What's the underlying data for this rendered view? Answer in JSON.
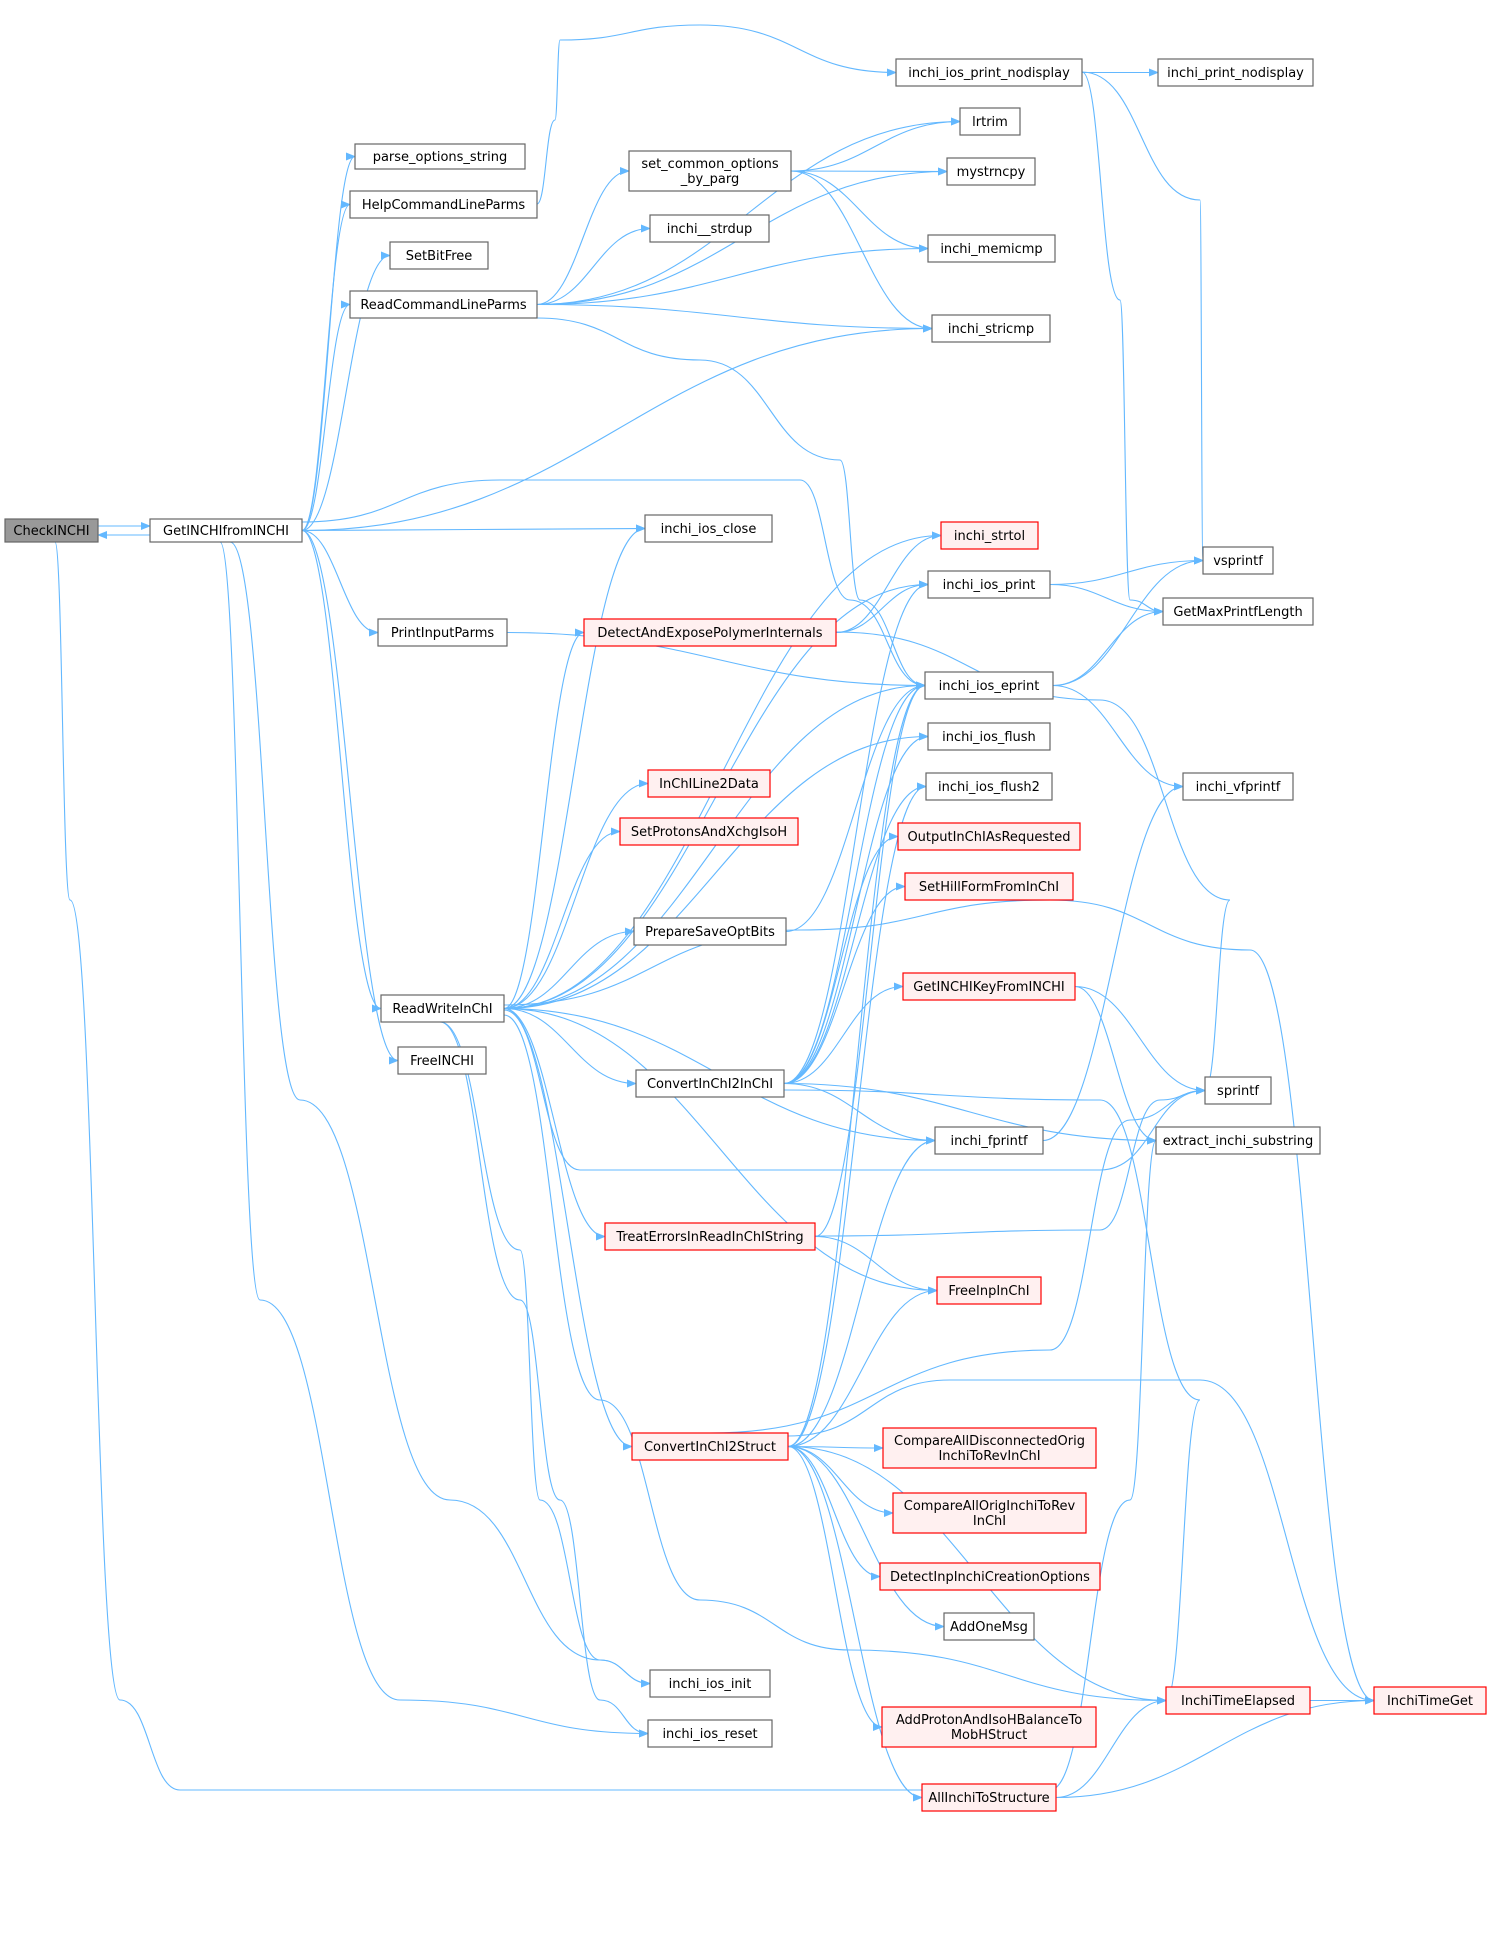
{
  "colors": {
    "edge": "#63b8ff",
    "node_border": "#666666",
    "node_fill": "#ffffff",
    "red_border": "#ff0000",
    "red_fill": "#fff0f0",
    "root_fill": "#999999"
  },
  "nodes": [
    {
      "id": "CheckINCHI",
      "lines": [
        "CheckINCHI"
      ],
      "kind": "root"
    },
    {
      "id": "GetINCHIfromINCHI",
      "lines": [
        "GetINCHIfromINCHI"
      ],
      "kind": "normal"
    },
    {
      "id": "parse_options_string",
      "lines": [
        "parse_options_string"
      ],
      "kind": "normal"
    },
    {
      "id": "HelpCommandLineParms",
      "lines": [
        "HelpCommandLineParms"
      ],
      "kind": "normal"
    },
    {
      "id": "SetBitFree",
      "lines": [
        "SetBitFree"
      ],
      "kind": "normal"
    },
    {
      "id": "ReadCommandLineParms",
      "lines": [
        "ReadCommandLineParms"
      ],
      "kind": "normal"
    },
    {
      "id": "PrintInputParms",
      "lines": [
        "PrintInputParms"
      ],
      "kind": "normal"
    },
    {
      "id": "ReadWriteInChI",
      "lines": [
        "ReadWriteInChI"
      ],
      "kind": "normal"
    },
    {
      "id": "FreeINCHI",
      "lines": [
        "FreeINCHI"
      ],
      "kind": "normal"
    },
    {
      "id": "inchi_ios_print_nodisplay",
      "lines": [
        "inchi_ios_print_nodisplay"
      ],
      "kind": "normal"
    },
    {
      "id": "set_common_options_by_parg",
      "lines": [
        "set_common_options",
        "_by_parg"
      ],
      "kind": "normal"
    },
    {
      "id": "inchi__strdup",
      "lines": [
        "inchi__strdup"
      ],
      "kind": "normal"
    },
    {
      "id": "inchi_ios_close",
      "lines": [
        "inchi_ios_close"
      ],
      "kind": "normal"
    },
    {
      "id": "DetectAndExposePolymerInternals",
      "lines": [
        "DetectAndExposePolymerInternals"
      ],
      "kind": "red"
    },
    {
      "id": "InChILine2Data",
      "lines": [
        "InChILine2Data"
      ],
      "kind": "red"
    },
    {
      "id": "SetProtonsAndXchgIsoH",
      "lines": [
        "SetProtonsAndXchgIsoH"
      ],
      "kind": "red"
    },
    {
      "id": "PrepareSaveOptBits",
      "lines": [
        "PrepareSaveOptBits"
      ],
      "kind": "normal"
    },
    {
      "id": "ConvertInChI2InChI",
      "lines": [
        "ConvertInChI2InChI"
      ],
      "kind": "normal"
    },
    {
      "id": "TreatErrorsInReadInChIString",
      "lines": [
        "TreatErrorsInReadInChIString"
      ],
      "kind": "red"
    },
    {
      "id": "ConvertInChI2Struct",
      "lines": [
        "ConvertInChI2Struct"
      ],
      "kind": "red"
    },
    {
      "id": "inchi_ios_init",
      "lines": [
        "inchi_ios_init"
      ],
      "kind": "normal"
    },
    {
      "id": "inchi_ios_reset",
      "lines": [
        "inchi_ios_reset"
      ],
      "kind": "normal"
    },
    {
      "id": "lrtrim",
      "lines": [
        "lrtrim"
      ],
      "kind": "normal"
    },
    {
      "id": "mystrncpy",
      "lines": [
        "mystrncpy"
      ],
      "kind": "normal"
    },
    {
      "id": "inchi_memicmp",
      "lines": [
        "inchi_memicmp"
      ],
      "kind": "normal"
    },
    {
      "id": "inchi_stricmp",
      "lines": [
        "inchi_stricmp"
      ],
      "kind": "normal"
    },
    {
      "id": "inchi_strtol",
      "lines": [
        "inchi_strtol"
      ],
      "kind": "red"
    },
    {
      "id": "inchi_ios_print",
      "lines": [
        "inchi_ios_print"
      ],
      "kind": "normal"
    },
    {
      "id": "inchi_ios_eprint",
      "lines": [
        "inchi_ios_eprint"
      ],
      "kind": "normal"
    },
    {
      "id": "inchi_ios_flush",
      "lines": [
        "inchi_ios_flush"
      ],
      "kind": "normal"
    },
    {
      "id": "inchi_ios_flush2",
      "lines": [
        "inchi_ios_flush2"
      ],
      "kind": "normal"
    },
    {
      "id": "OutputInChIAsRequested",
      "lines": [
        "OutputInChIAsRequested"
      ],
      "kind": "red"
    },
    {
      "id": "SetHillFormFromInChI",
      "lines": [
        "SetHillFormFromInChI"
      ],
      "kind": "red"
    },
    {
      "id": "GetINCHIKeyFromINCHI",
      "lines": [
        "GetINCHIKeyFromINCHI"
      ],
      "kind": "red"
    },
    {
      "id": "inchi_fprintf",
      "lines": [
        "inchi_fprintf"
      ],
      "kind": "normal"
    },
    {
      "id": "FreeInpInChI",
      "lines": [
        "FreeInpInChI"
      ],
      "kind": "red"
    },
    {
      "id": "CompareAllDisconnectedOrigInchiToRevInChI",
      "lines": [
        "CompareAllDisconnectedOrig",
        "InchiToRevInChI"
      ],
      "kind": "red"
    },
    {
      "id": "CompareAllOrigInchiToRevInChI",
      "lines": [
        "CompareAllOrigInchiToRev",
        "InChI"
      ],
      "kind": "red"
    },
    {
      "id": "DetectInpInchiCreationOptions",
      "lines": [
        "DetectInpInchiCreationOptions"
      ],
      "kind": "red"
    },
    {
      "id": "AddOneMsg",
      "lines": [
        "AddOneMsg"
      ],
      "kind": "normal"
    },
    {
      "id": "AddProtonAndIsoHBalanceToMobHStruct",
      "lines": [
        "AddProtonAndIsoHBalanceTo",
        "MobHStruct"
      ],
      "kind": "red"
    },
    {
      "id": "AllInchiToStructure",
      "lines": [
        "AllInchiToStructure"
      ],
      "kind": "red"
    },
    {
      "id": "inchi_print_nodisplay",
      "lines": [
        "inchi_print_nodisplay"
      ],
      "kind": "normal"
    },
    {
      "id": "vsprintf",
      "lines": [
        "vsprintf"
      ],
      "kind": "normal"
    },
    {
      "id": "GetMaxPrintfLength",
      "lines": [
        "GetMaxPrintfLength"
      ],
      "kind": "normal"
    },
    {
      "id": "inchi_vfprintf",
      "lines": [
        "inchi_vfprintf"
      ],
      "kind": "normal"
    },
    {
      "id": "sprintf",
      "lines": [
        "sprintf"
      ],
      "kind": "normal"
    },
    {
      "id": "extract_inchi_substring",
      "lines": [
        "extract_inchi_substring"
      ],
      "kind": "normal"
    },
    {
      "id": "InchiTimeElapsed",
      "lines": [
        "InchiTimeElapsed"
      ],
      "kind": "red"
    },
    {
      "id": "InchiTimeGet",
      "lines": [
        "InchiTimeGet"
      ],
      "kind": "red"
    }
  ],
  "edges": [
    [
      "CheckINCHI",
      "GetINCHIfromINCHI"
    ],
    [
      "GetINCHIfromINCHI",
      "CheckINCHI"
    ],
    [
      "CheckINCHI",
      "extract_inchi_substring"
    ],
    [
      "GetINCHIfromINCHI",
      "parse_options_string"
    ],
    [
      "GetINCHIfromINCHI",
      "HelpCommandLineParms"
    ],
    [
      "GetINCHIfromINCHI",
      "SetBitFree"
    ],
    [
      "GetINCHIfromINCHI",
      "ReadCommandLineParms"
    ],
    [
      "GetINCHIfromINCHI",
      "inchi_stricmp"
    ],
    [
      "GetINCHIfromINCHI",
      "inchi_ios_eprint"
    ],
    [
      "GetINCHIfromINCHI",
      "inchi_ios_close"
    ],
    [
      "GetINCHIfromINCHI",
      "PrintInputParms"
    ],
    [
      "GetINCHIfromINCHI",
      "ReadWriteInChI"
    ],
    [
      "GetINCHIfromINCHI",
      "FreeINCHI"
    ],
    [
      "GetINCHIfromINCHI",
      "inchi_ios_init"
    ],
    [
      "GetINCHIfromINCHI",
      "inchi_ios_reset"
    ],
    [
      "HelpCommandLineParms",
      "inchi_ios_print_nodisplay"
    ],
    [
      "ReadCommandLineParms",
      "lrtrim"
    ],
    [
      "ReadCommandLineParms",
      "mystrncpy"
    ],
    [
      "ReadCommandLineParms",
      "set_common_options_by_parg"
    ],
    [
      "ReadCommandLineParms",
      "inchi__strdup"
    ],
    [
      "ReadCommandLineParms",
      "inchi_memicmp"
    ],
    [
      "ReadCommandLineParms",
      "inchi_stricmp"
    ],
    [
      "ReadCommandLineParms",
      "inchi_ios_eprint"
    ],
    [
      "PrintInputParms",
      "inchi_ios_eprint"
    ],
    [
      "inchi_ios_print_nodisplay",
      "inchi_print_nodisplay"
    ],
    [
      "inchi_ios_print_nodisplay",
      "vsprintf"
    ],
    [
      "inchi_ios_print_nodisplay",
      "GetMaxPrintfLength"
    ],
    [
      "set_common_options_by_parg",
      "lrtrim"
    ],
    [
      "set_common_options_by_parg",
      "mystrncpy"
    ],
    [
      "set_common_options_by_parg",
      "inchi_memicmp"
    ],
    [
      "set_common_options_by_parg",
      "inchi_stricmp"
    ],
    [
      "ReadWriteInChI",
      "inchi_ios_close"
    ],
    [
      "ReadWriteInChI",
      "inchi_strtol"
    ],
    [
      "ReadWriteInChI",
      "inchi_ios_print"
    ],
    [
      "ReadWriteInChI",
      "DetectAndExposePolymerInternals"
    ],
    [
      "ReadWriteInChI",
      "InChILine2Data"
    ],
    [
      "ReadWriteInChI",
      "SetProtonsAndXchgIsoH"
    ],
    [
      "ReadWriteInChI",
      "inchi_ios_eprint"
    ],
    [
      "ReadWriteInChI",
      "PrepareSaveOptBits"
    ],
    [
      "ReadWriteInChI",
      "InchiTimeGet"
    ],
    [
      "ReadWriteInChI",
      "inchi_ios_flush"
    ],
    [
      "ReadWriteInChI",
      "ConvertInChI2InChI"
    ],
    [
      "ReadWriteInChI",
      "inchi_fprintf"
    ],
    [
      "ReadWriteInChI",
      "sprintf"
    ],
    [
      "ReadWriteInChI",
      "TreatErrorsInReadInChIString"
    ],
    [
      "ReadWriteInChI",
      "FreeInpInChI"
    ],
    [
      "ReadWriteInChI",
      "ConvertInChI2Struct"
    ],
    [
      "ReadWriteInChI",
      "inchi_ios_init"
    ],
    [
      "ReadWriteInChI",
      "inchi_ios_reset"
    ],
    [
      "ReadWriteInChI",
      "InchiTimeElapsed"
    ],
    [
      "DetectAndExposePolymerInternals",
      "inchi_strtol"
    ],
    [
      "DetectAndExposePolymerInternals",
      "inchi_ios_print"
    ],
    [
      "DetectAndExposePolymerInternals",
      "sprintf"
    ],
    [
      "PrepareSaveOptBits",
      "inchi_ios_eprint"
    ],
    [
      "ConvertInChI2InChI",
      "inchi_ios_eprint"
    ],
    [
      "ConvertInChI2InChI",
      "inchi_ios_flush"
    ],
    [
      "ConvertInChI2InChI",
      "inchi_ios_flush2"
    ],
    [
      "ConvertInChI2InChI",
      "OutputInChIAsRequested"
    ],
    [
      "ConvertInChI2InChI",
      "SetHillFormFromInChI"
    ],
    [
      "ConvertInChI2InChI",
      "GetINCHIKeyFromINCHI"
    ],
    [
      "ConvertInChI2InChI",
      "extract_inchi_substring"
    ],
    [
      "ConvertInChI2InChI",
      "inchi_fprintf"
    ],
    [
      "ConvertInChI2InChI",
      "InchiTimeElapsed"
    ],
    [
      "ConvertInChI2InChI",
      "inchi_ios_print"
    ],
    [
      "TreatErrorsInReadInChIString",
      "inchi_ios_eprint"
    ],
    [
      "TreatErrorsInReadInChIString",
      "FreeInpInChI"
    ],
    [
      "TreatErrorsInReadInChIString",
      "sprintf"
    ],
    [
      "ConvertInChI2Struct",
      "inchi_ios_eprint"
    ],
    [
      "ConvertInChI2Struct",
      "inchi_ios_flush2"
    ],
    [
      "ConvertInChI2Struct",
      "inchi_fprintf"
    ],
    [
      "ConvertInChI2Struct",
      "FreeInpInChI"
    ],
    [
      "ConvertInChI2Struct",
      "sprintf"
    ],
    [
      "ConvertInChI2Struct",
      "CompareAllDisconnectedOrigInchiToRevInChI"
    ],
    [
      "ConvertInChI2Struct",
      "CompareAllOrigInchiToRevInChI"
    ],
    [
      "ConvertInChI2Struct",
      "DetectInpInchiCreationOptions"
    ],
    [
      "ConvertInChI2Struct",
      "AddOneMsg"
    ],
    [
      "ConvertInChI2Struct",
      "InchiTimeElapsed"
    ],
    [
      "ConvertInChI2Struct",
      "InchiTimeGet"
    ],
    [
      "ConvertInChI2Struct",
      "AddProtonAndIsoHBalanceToMobHStruct"
    ],
    [
      "ConvertInChI2Struct",
      "AllInchiToStructure"
    ],
    [
      "inchi_ios_print",
      "vsprintf"
    ],
    [
      "inchi_ios_print",
      "GetMaxPrintfLength"
    ],
    [
      "inchi_ios_eprint",
      "vsprintf"
    ],
    [
      "inchi_ios_eprint",
      "GetMaxPrintfLength"
    ],
    [
      "inchi_ios_eprint",
      "inchi_vfprintf"
    ],
    [
      "GetINCHIKeyFromINCHI",
      "sprintf"
    ],
    [
      "GetINCHIKeyFromINCHI",
      "extract_inchi_substring"
    ],
    [
      "inchi_fprintf",
      "inchi_vfprintf"
    ],
    [
      "InchiTimeElapsed",
      "InchiTimeGet"
    ],
    [
      "AllInchiToStructure",
      "InchiTimeElapsed"
    ],
    [
      "AllInchiToStructure",
      "InchiTimeGet"
    ]
  ]
}
